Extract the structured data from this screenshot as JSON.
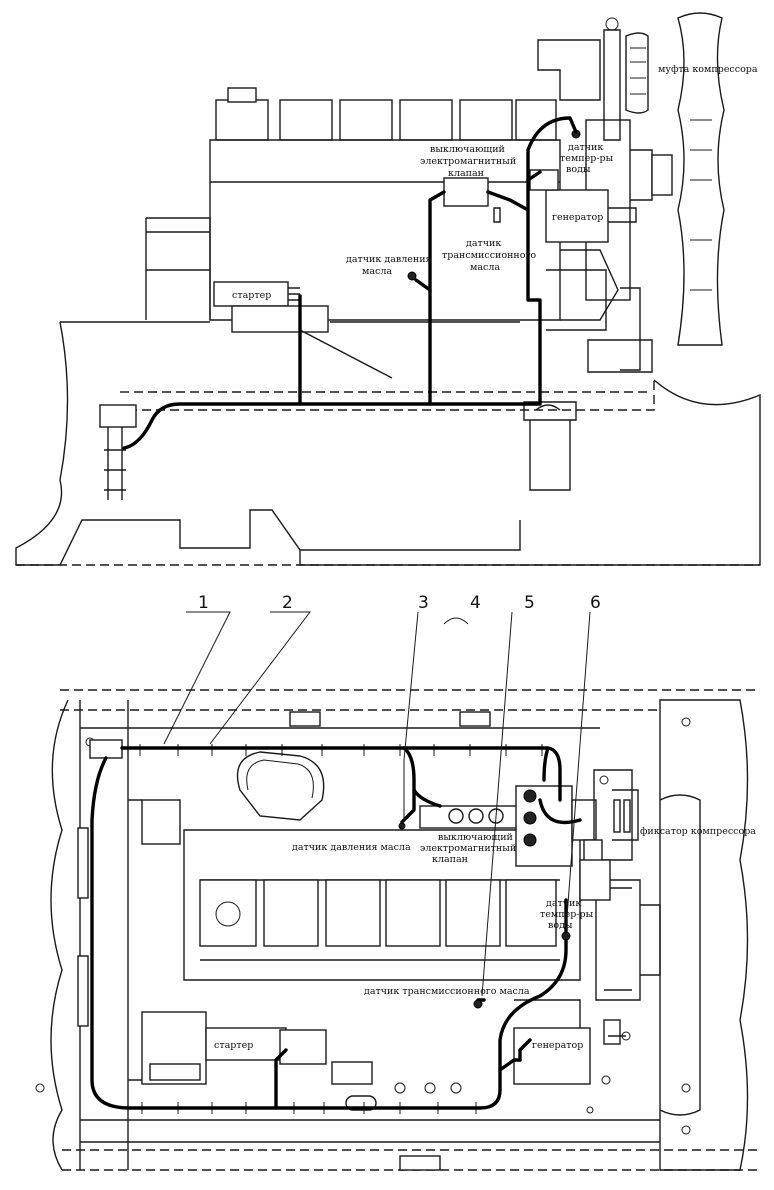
{
  "top_view": {
    "labels": {
      "compressor_coupling": "муфта компрессора",
      "solenoid_valve_1": "выключающий",
      "solenoid_valve_2": "электромагнитный",
      "solenoid_valve_3": "клапан",
      "water_temp_1": "датчик",
      "water_temp_2": "темпер-ры",
      "water_temp_3": "воды",
      "generator": "генератор",
      "transmission_oil_1": "датчик",
      "transmission_oil_2": "трансмиссионного",
      "transmission_oil_3": "масла",
      "oil_pressure_1": "датчик давления",
      "oil_pressure_2": "масла",
      "starter": "стартер"
    }
  },
  "bottom_view": {
    "callouts": [
      "1",
      "2",
      "3",
      "4",
      "5",
      "6"
    ],
    "labels": {
      "oil_pressure": "датчик давления масла",
      "solenoid_valve_1": "выключающий",
      "solenoid_valve_2": "электромагнитный",
      "solenoid_valve_3": "клапан",
      "compressor_lock": "фиксатор компрессора",
      "water_temp_1": "датчик",
      "water_temp_2": "темпер-ры",
      "water_temp_3": "воды",
      "transmission_oil": "датчик трансмиссионного масла",
      "starter": "стартер",
      "generator": "генератор"
    }
  }
}
